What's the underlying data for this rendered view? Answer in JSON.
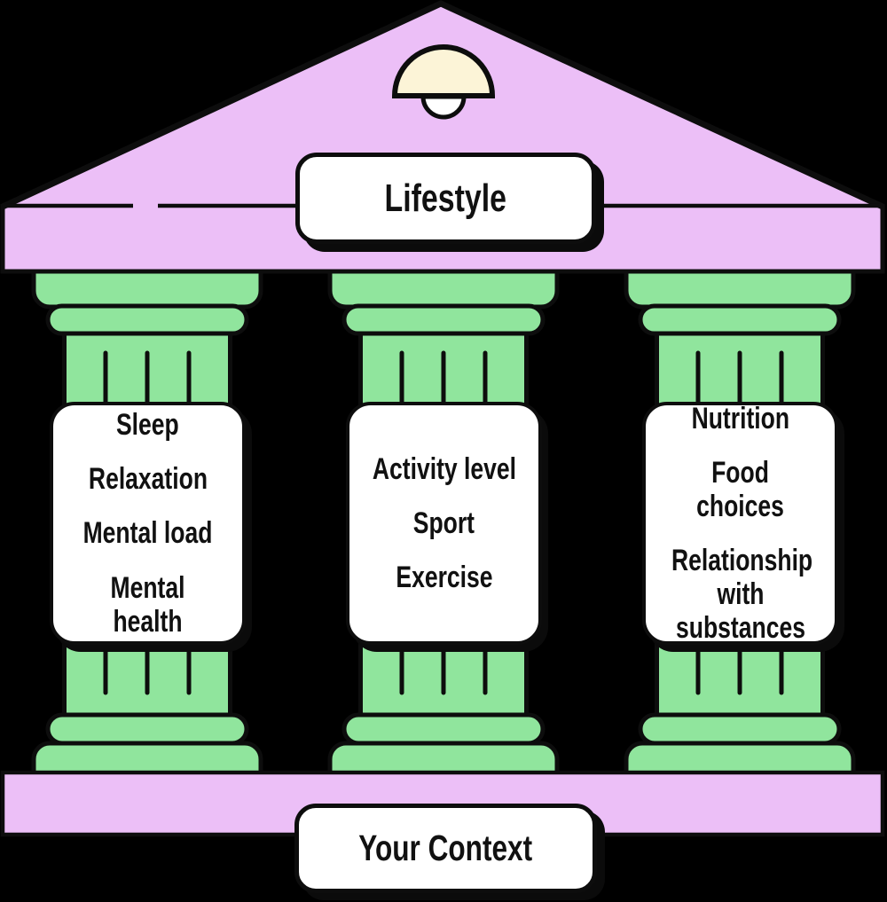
{
  "colors": {
    "background": "#000000",
    "pediment_pink": "#ECBFF7",
    "column_green": "#90E59D",
    "lamp_cream": "#FCF4D7",
    "card_white": "#FFFFFF",
    "outline_black": "#0D0D0D"
  },
  "pediment": {
    "label": "Lifestyle"
  },
  "pillars": [
    {
      "items": [
        "Sleep",
        "Relaxation",
        "Mental load",
        "Mental health"
      ]
    },
    {
      "items": [
        "Activity level",
        "Sport",
        "Exercise"
      ]
    },
    {
      "items": [
        "Nutrition",
        "Food choices",
        "Relationship with substances"
      ]
    }
  ],
  "foundation": {
    "label": "Your Context"
  }
}
